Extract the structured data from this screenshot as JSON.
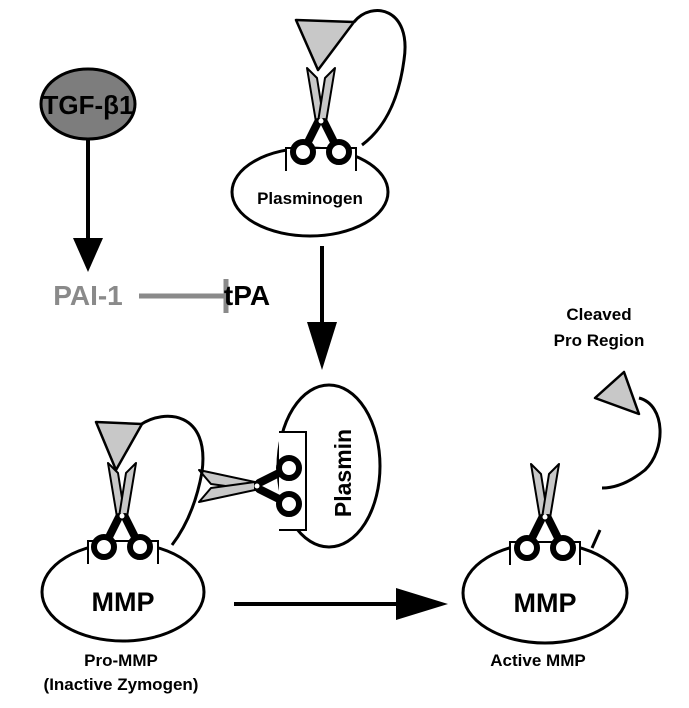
{
  "nodes": {
    "tgf": "TGF-β1",
    "pai": "PAI-1",
    "tpa": "tPA",
    "plasminogen": "Plasminogen",
    "plasmin": "Plasmin",
    "mmp_pro": "MMP",
    "mmp_active": "MMP"
  },
  "captions": {
    "pro_mmp_line1": "Pro-MMP",
    "pro_mmp_line2": "(Inactive Zymogen)",
    "active_mmp": "Active MMP",
    "cleaved_line1": "Cleaved",
    "cleaved_line2": "Pro Region"
  },
  "colors": {
    "tgf_fill": "#7d7d7d",
    "pai_color": "#8a8a8a",
    "line": "#000000",
    "blade_fill": "#c8c8c8"
  },
  "icons": [
    "scissors-icon",
    "pro-region-triangle-icon"
  ]
}
